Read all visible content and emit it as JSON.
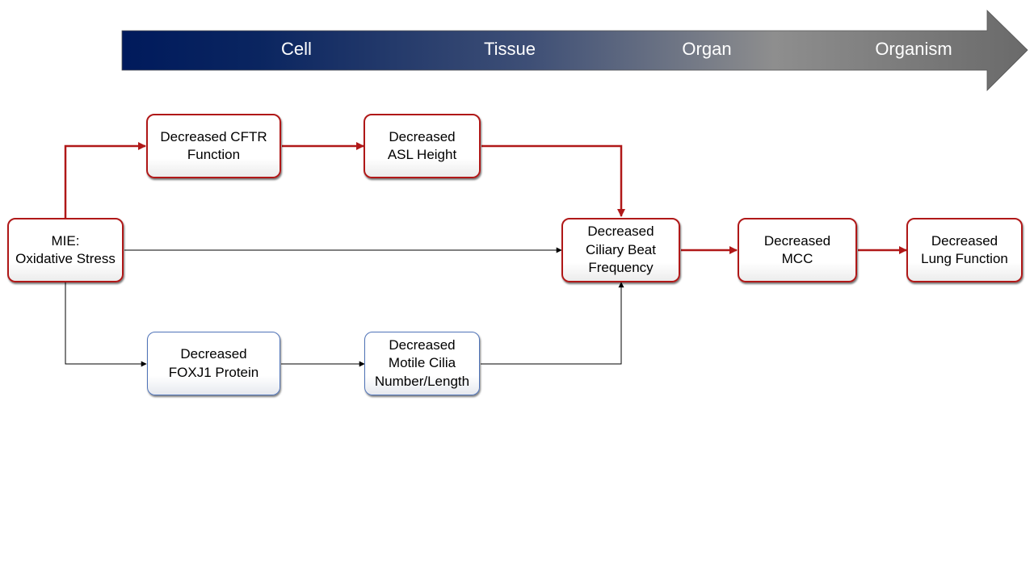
{
  "scale_arrow": {
    "labels": [
      "Cell",
      "Tissue",
      "Organ",
      "Organism"
    ],
    "gradient_colors": [
      "#001a5c",
      "#8e8e8e",
      "#6a6a6a"
    ]
  },
  "nodes": {
    "mie": "MIE:\nOxidative Stress",
    "cftr": "Decreased CFTR\nFunction",
    "asl": "Decreased\nASL Height",
    "cbf": "Decreased\nCiliary Beat\nFrequency",
    "mcc": "Decreased\nMCC",
    "lung": "Decreased\nLung Function",
    "foxj1": "Decreased\nFOXJ1 Protein",
    "cilia": "Decreased\nMotile Cilia\nNumber/Length"
  },
  "colors": {
    "red_path": "#b01818",
    "black_path": "#000000",
    "blue_border": "#4f73b8"
  }
}
